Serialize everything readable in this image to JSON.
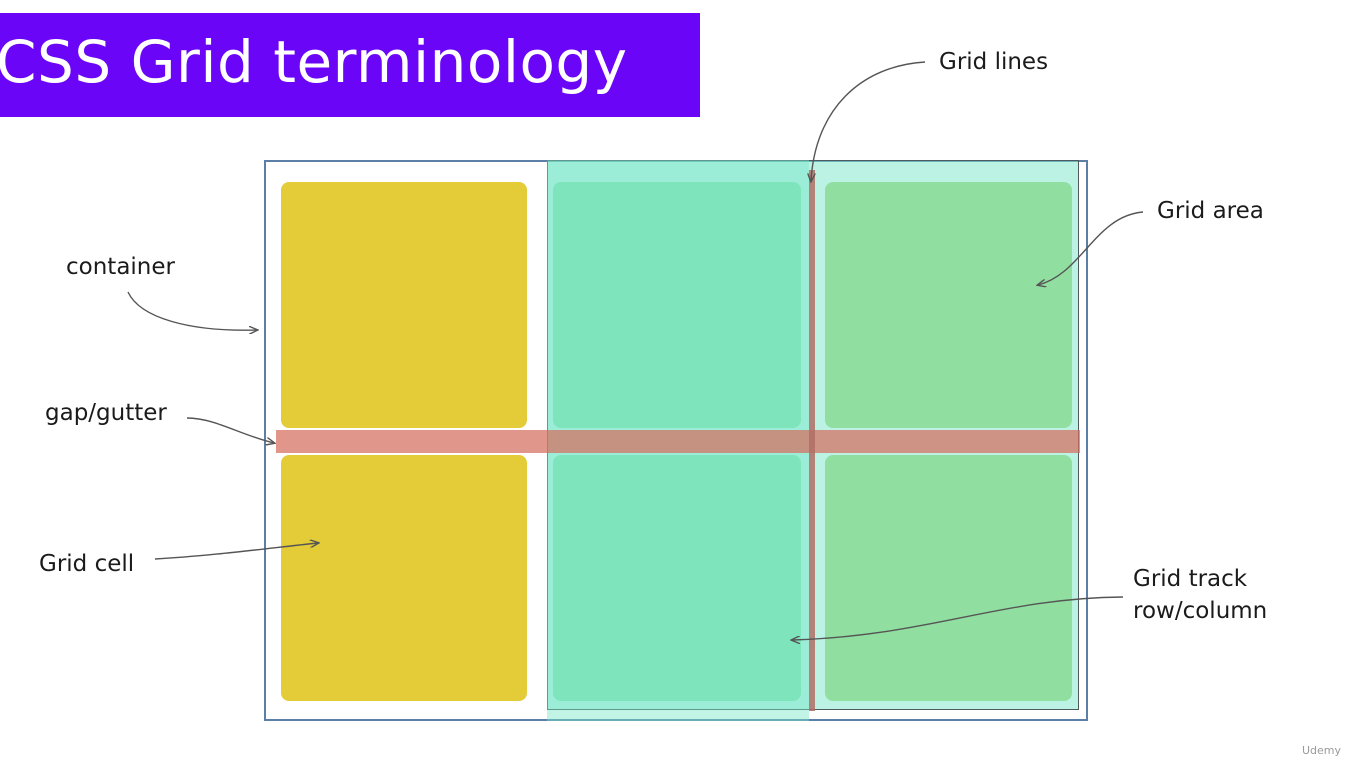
{
  "slide": {
    "title": "CSS Grid terminology",
    "title_bg": "#6b05f7"
  },
  "labels": {
    "container": "container",
    "gap": "gap/gutter",
    "cell": "Grid cell",
    "lines": "Grid lines",
    "area": "Grid area",
    "track_line1": "Grid track",
    "track_line2": "row/column"
  },
  "colors": {
    "column1": "#e4cb38",
    "column2": "#8ade9a",
    "column3": "#a9d97a",
    "gutter": "#d66e60",
    "area_overlay": "#78e6c8"
  },
  "watermark": "Udemy"
}
